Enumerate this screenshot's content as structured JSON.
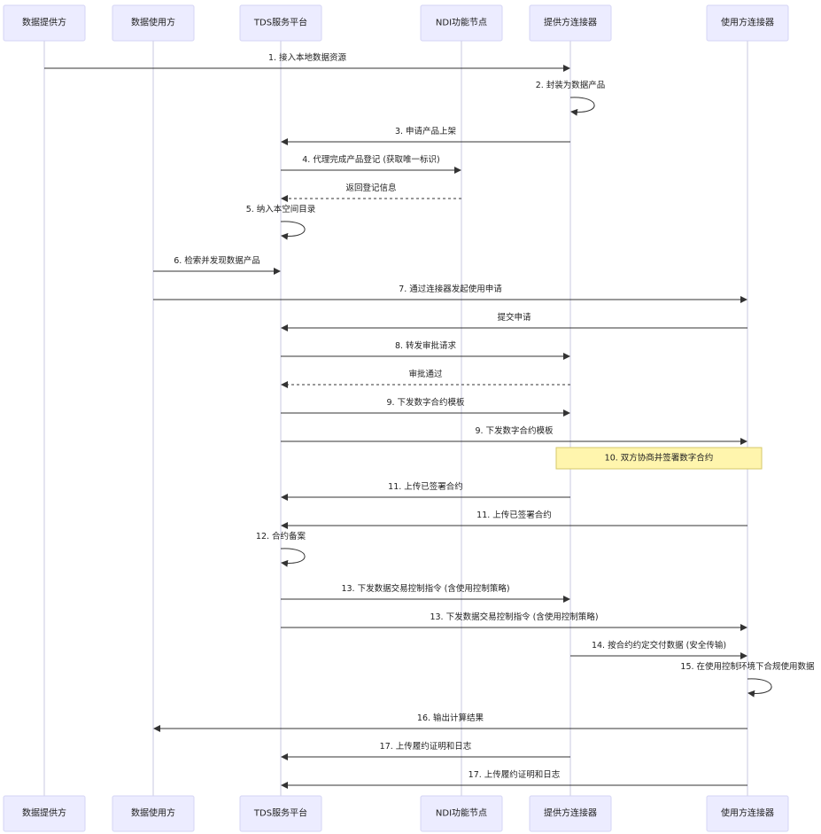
{
  "actors": [
    {
      "id": "provider",
      "label": "数据提供方"
    },
    {
      "id": "consumer",
      "label": "数据使用方"
    },
    {
      "id": "tds",
      "label": "TDS服务平台"
    },
    {
      "id": "ndi",
      "label": "NDI功能节点"
    },
    {
      "id": "pconn",
      "label": "提供方连接器"
    },
    {
      "id": "cconn",
      "label": "使用方连接器"
    }
  ],
  "messages": [
    {
      "from": "provider",
      "to": "pconn",
      "text": "1. 接入本地数据资源",
      "style": "solid"
    },
    {
      "from": "pconn",
      "to": "pconn",
      "text": "2. 封装为数据产品",
      "style": "solid"
    },
    {
      "from": "pconn",
      "to": "tds",
      "text": "3. 申请产品上架",
      "style": "solid"
    },
    {
      "from": "tds",
      "to": "ndi",
      "text": "4. 代理完成产品登记 (获取唯一标识)",
      "style": "solid"
    },
    {
      "from": "ndi",
      "to": "tds",
      "text": "返回登记信息",
      "style": "dashed"
    },
    {
      "from": "tds",
      "to": "tds",
      "text": "5. 纳入本空间目录",
      "style": "solid"
    },
    {
      "from": "consumer",
      "to": "tds",
      "text": "6. 检索并发现数据产品",
      "style": "solid"
    },
    {
      "from": "consumer",
      "to": "cconn",
      "text": "7. 通过连接器发起使用申请",
      "style": "solid"
    },
    {
      "from": "cconn",
      "to": "tds",
      "text": "提交申请",
      "style": "solid"
    },
    {
      "from": "tds",
      "to": "pconn",
      "text": "8. 转发审批请求",
      "style": "solid"
    },
    {
      "from": "pconn",
      "to": "tds",
      "text": "审批通过",
      "style": "dashed"
    },
    {
      "from": "tds",
      "to": "pconn",
      "text": "9. 下发数字合约模板",
      "style": "solid"
    },
    {
      "from": "tds",
      "to": "cconn",
      "text": "9. 下发数字合约模板",
      "style": "solid"
    },
    {
      "note": true,
      "over": [
        "pconn",
        "cconn"
      ],
      "text": "10. 双方协商并签署数字合约"
    },
    {
      "from": "pconn",
      "to": "tds",
      "text": "11. 上传已签署合约",
      "style": "solid"
    },
    {
      "from": "cconn",
      "to": "tds",
      "text": "11. 上传已签署合约",
      "style": "solid"
    },
    {
      "from": "tds",
      "to": "tds",
      "text": "12. 合约备案",
      "style": "solid"
    },
    {
      "from": "tds",
      "to": "pconn",
      "text": "13. 下发数据交易控制指令 (含使用控制策略)",
      "style": "solid"
    },
    {
      "from": "tds",
      "to": "cconn",
      "text": "13. 下发数据交易控制指令 (含使用控制策略)",
      "style": "solid"
    },
    {
      "from": "pconn",
      "to": "cconn",
      "text": "14. 按合约约定交付数据 (安全传输)",
      "style": "solid"
    },
    {
      "from": "cconn",
      "to": "cconn",
      "text": "15. 在使用控制环境下合规使用数据",
      "style": "solid"
    },
    {
      "from": "cconn",
      "to": "consumer",
      "text": "16. 输出计算结果",
      "style": "solid"
    },
    {
      "from": "pconn",
      "to": "tds",
      "text": "17. 上传履约证明和日志",
      "style": "solid"
    },
    {
      "from": "cconn",
      "to": "tds",
      "text": "17. 上传履约证明和日志",
      "style": "solid"
    }
  ]
}
